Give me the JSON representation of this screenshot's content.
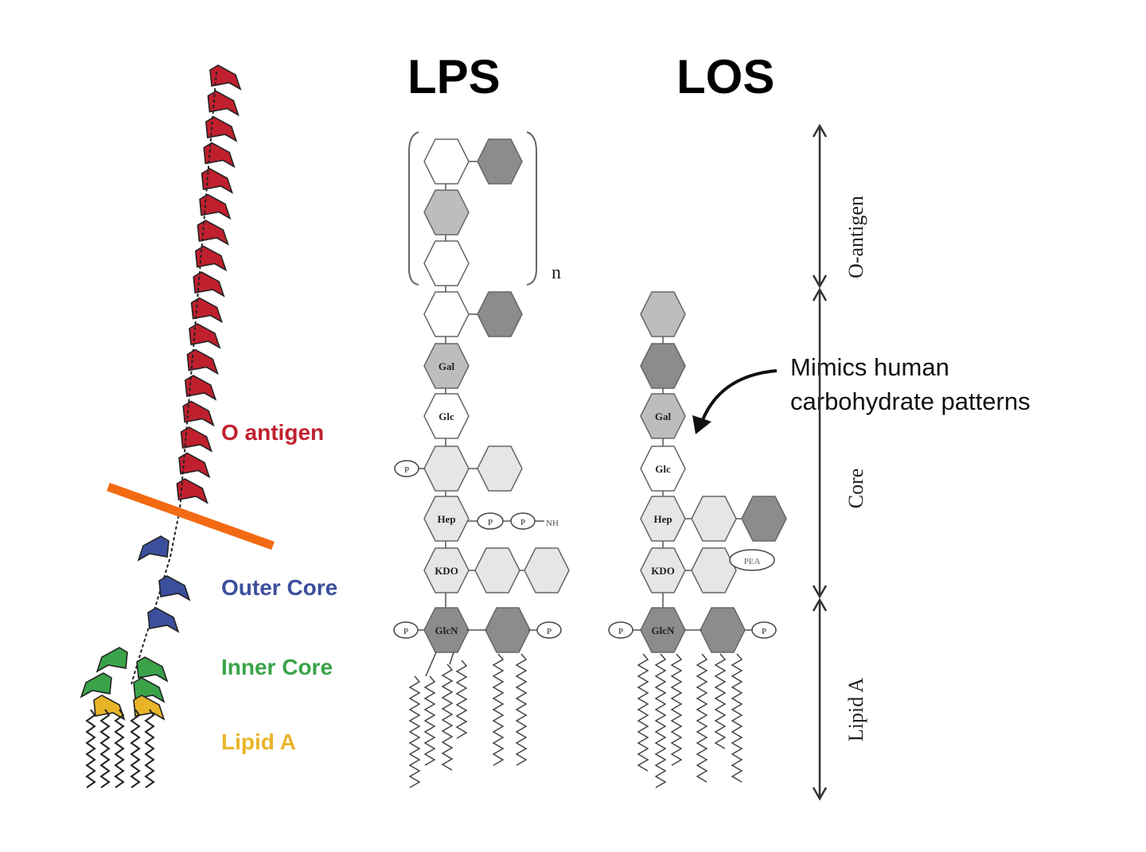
{
  "titles": {
    "lps": "LPS",
    "los": "LOS"
  },
  "left_labels": {
    "o_antigen": "O antigen",
    "outer_core": "Outer Core",
    "inner_core": "Inner Core",
    "lipid_a": "Lipid A"
  },
  "left_colors": {
    "o_antigen": "#c0202e",
    "outer_core": "#3c4f9e",
    "inner_core": "#3aa34a",
    "lipid_a": "#e8b428",
    "cut_line": "#f26a12"
  },
  "region_labels": {
    "o_antigen": "O-antigen",
    "core": "Core",
    "lipid_a": "Lipid A"
  },
  "repeat_subscript": "n",
  "annotation": {
    "line1": "Mimics human",
    "line2": "carbohydrate patterns"
  },
  "lps_sugars": {
    "gal": "Gal",
    "glc": "Glc",
    "hep": "Hep",
    "kdo": "KDO",
    "glcn": "GlcN",
    "p": "P",
    "nh": "NH"
  },
  "los_sugars": {
    "gal": "Gal",
    "glc": "Glc",
    "hep": "Hep",
    "kdo": "KDO",
    "glcn": "GlcN",
    "pea": "PEA",
    "p": "P"
  },
  "fill_colors": {
    "white": "#ffffff",
    "light": "#e6e6e6",
    "medium": "#bdbdbd",
    "dark": "#8c8c8c"
  }
}
